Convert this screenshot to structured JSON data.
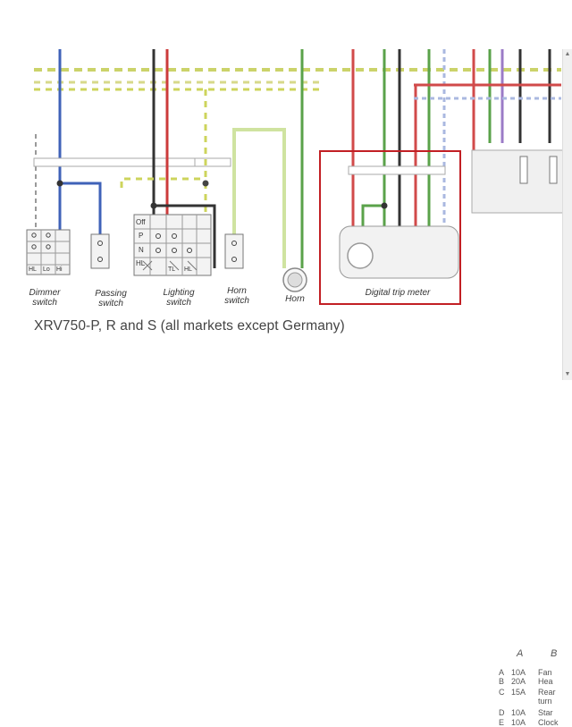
{
  "labels": {
    "dimmer": [
      "Dimmer",
      "switch"
    ],
    "passing": [
      "Passing",
      "switch"
    ],
    "lighting": [
      "Lighting",
      "switch"
    ],
    "horn_switch": [
      "Horn",
      "switch"
    ],
    "horn": "Horn",
    "trip": "Digital trip meter"
  },
  "switch_text": {
    "off": "Off",
    "p": "P",
    "n": "N",
    "hl": "HL",
    "tl": "TL",
    "hl2": "HL",
    "lo": "Lo",
    "hi": "Hi",
    "hl3": "HL"
  },
  "caption": "XRV750-P, R and S (all markets except Germany)",
  "fuse": {
    "col_a": "A",
    "col_b": "B",
    "rows": [
      {
        "id": "A",
        "amp": "10A",
        "use": "Fan"
      },
      {
        "id": "B",
        "amp": "20A",
        "use": "Hea"
      },
      {
        "id": "C",
        "amp": "15A",
        "use": "Rear"
      },
      {
        "id": "",
        "amp": "",
        "use": "turn"
      },
      {
        "id": "D",
        "amp": "10A",
        "use": "Star"
      },
      {
        "id": "E",
        "amp": "10A",
        "use": "Clock"
      }
    ]
  },
  "colors": {
    "highlight": "#c21f24",
    "wire_blue": "#3f62b8",
    "wire_red": "#d14a4a",
    "wire_green": "#5aa24a",
    "wire_black": "#333333",
    "wire_yellow_dash": "#d8dc7a"
  }
}
